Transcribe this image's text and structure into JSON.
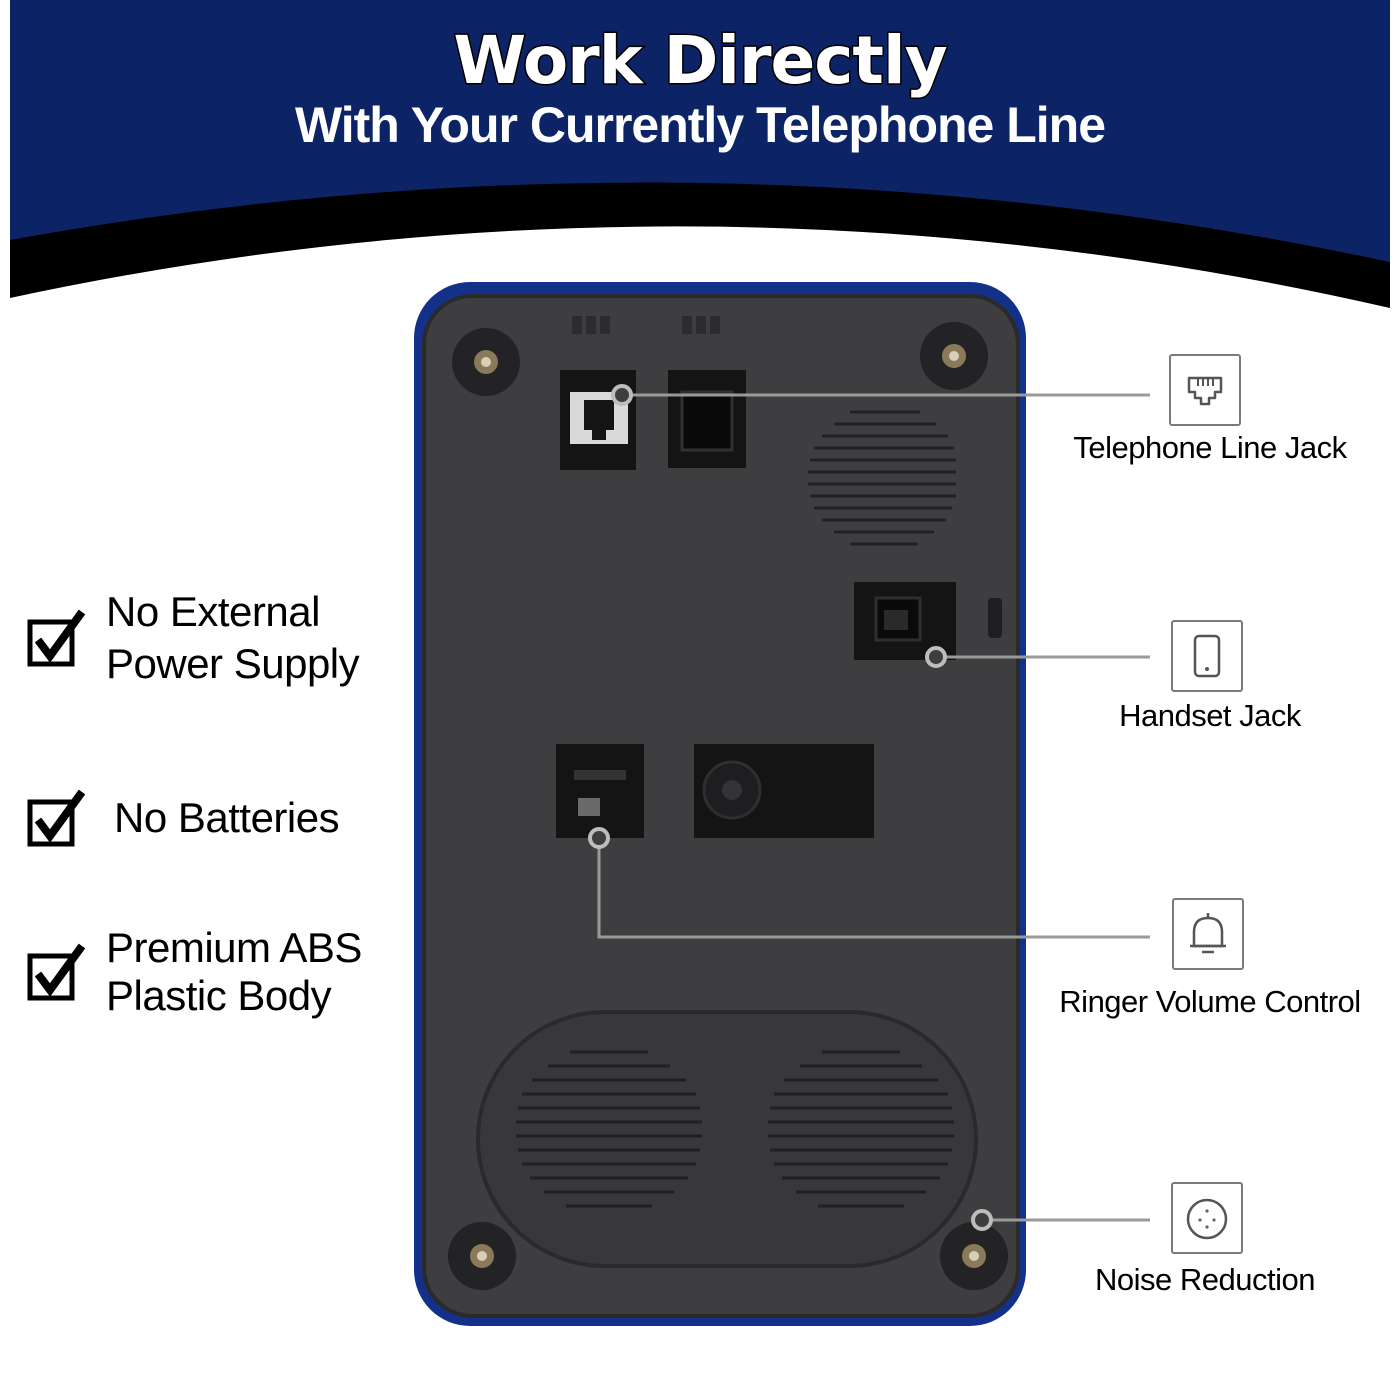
{
  "header": {
    "title": "Work Directly",
    "subtitle": "With Your Currently Telephone Line"
  },
  "features": [
    {
      "lines": [
        "No External",
        "Power Supply"
      ],
      "icon": "checkbox-checked-icon"
    },
    {
      "lines": [
        "No Batteries"
      ],
      "icon": "checkbox-checked-icon"
    },
    {
      "lines": [
        "Premium ABS",
        "Plastic Body"
      ],
      "icon": "checkbox-checked-icon"
    }
  ],
  "callouts": [
    {
      "label": "Telephone Line Jack",
      "icon": "ethernet-port-icon"
    },
    {
      "label": "Handset Jack",
      "icon": "phone-icon"
    },
    {
      "label": "Ringer Volume Control",
      "icon": "bell-icon"
    },
    {
      "label": "Noise Reduction",
      "icon": "speaker-icon"
    }
  ],
  "colors": {
    "banner_blue": "#0c2466",
    "banner_black": "#000000",
    "device_body": "#3e3e40",
    "device_rim": "#14318a",
    "leader_line": "#9a9a9a"
  }
}
